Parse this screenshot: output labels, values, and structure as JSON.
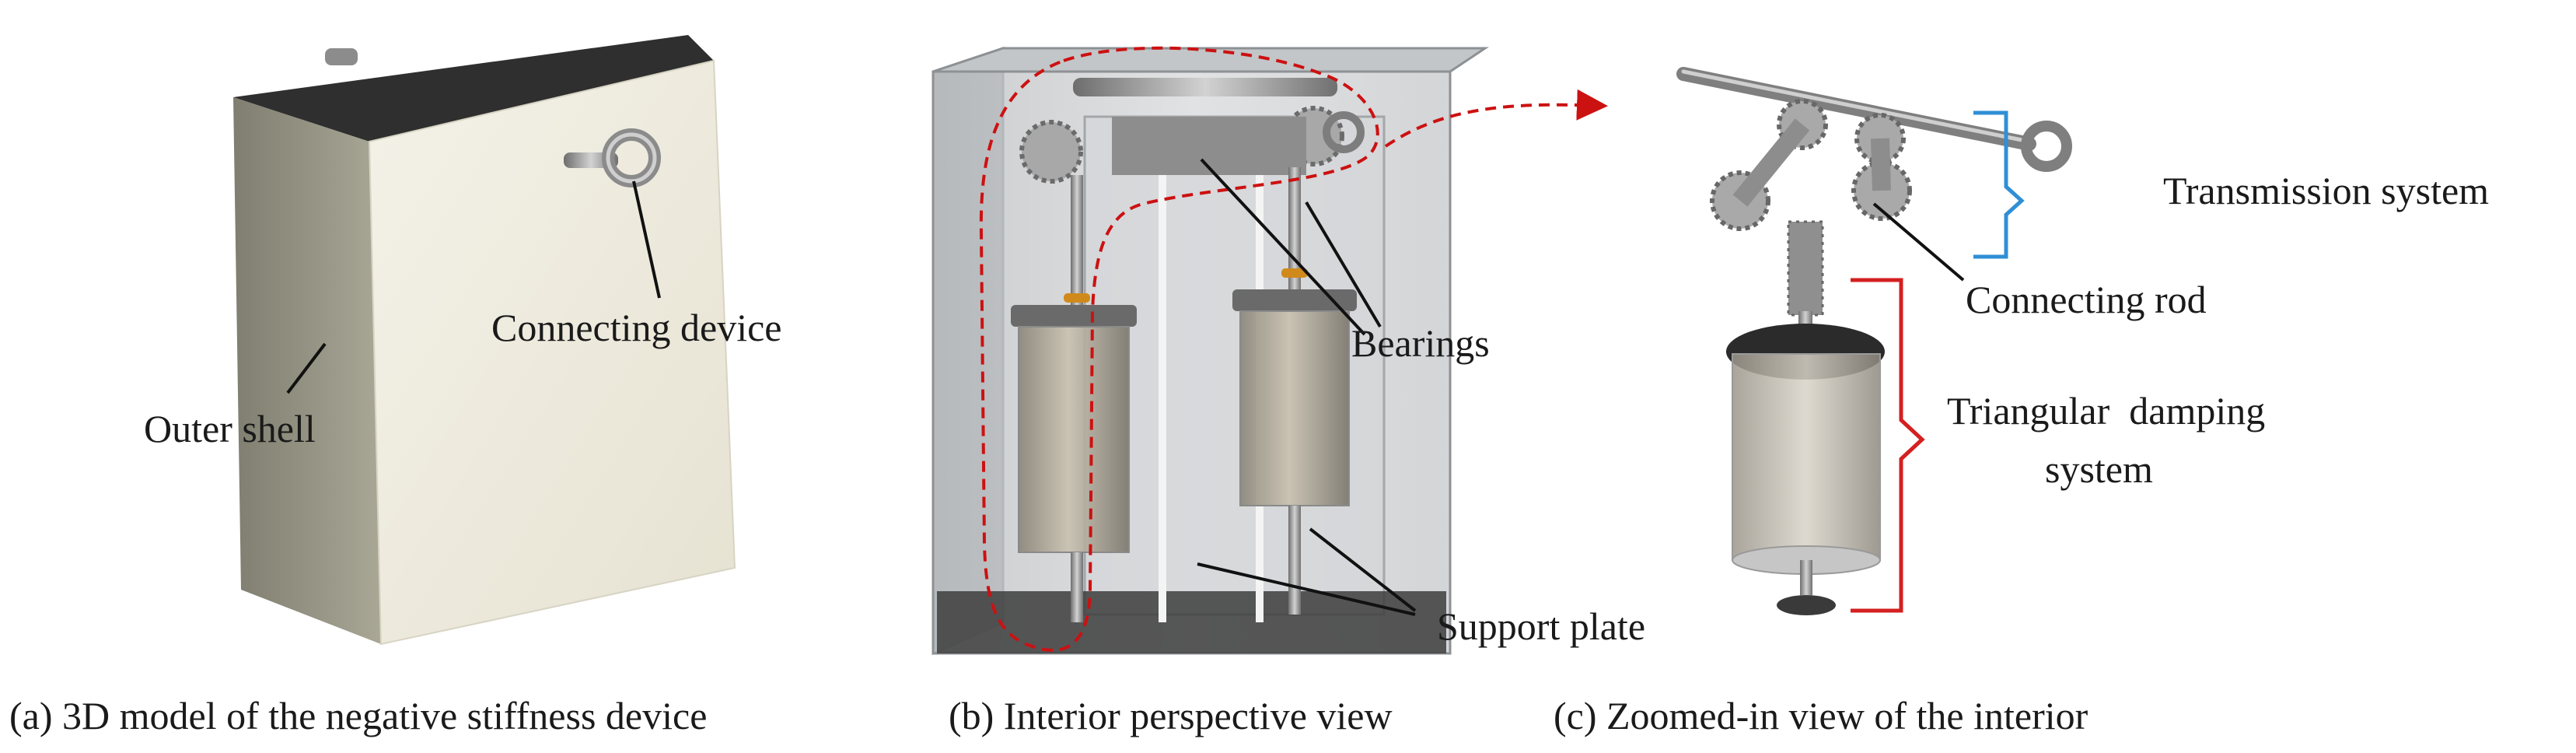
{
  "panels": {
    "a": {
      "caption": "(a) 3D model of the negative stiffness device",
      "labels": {
        "connecting_device": "Connecting device",
        "outer_shell": "Outer shell"
      }
    },
    "b": {
      "caption": "(b) Interior perspective view",
      "labels": {
        "bearings": "Bearings",
        "support_plate": "Support plate"
      }
    },
    "c": {
      "caption": "(c) Zoomed-in view of the interior",
      "labels": {
        "transmission_system": "Transmission system",
        "connecting_rod": "Connecting rod",
        "triangular_damping_line1": "Triangular  damping",
        "triangular_damping_line2": "system"
      }
    }
  },
  "colors": {
    "highlight_dash": "#cc1111",
    "transmission_bracket": "#2f8fd6",
    "damping_bracket": "#d42020",
    "shell_face": "#efece0",
    "shell_side": "#8a8878",
    "shell_top": "#2f2f2f",
    "glass": "#c9cccf"
  }
}
